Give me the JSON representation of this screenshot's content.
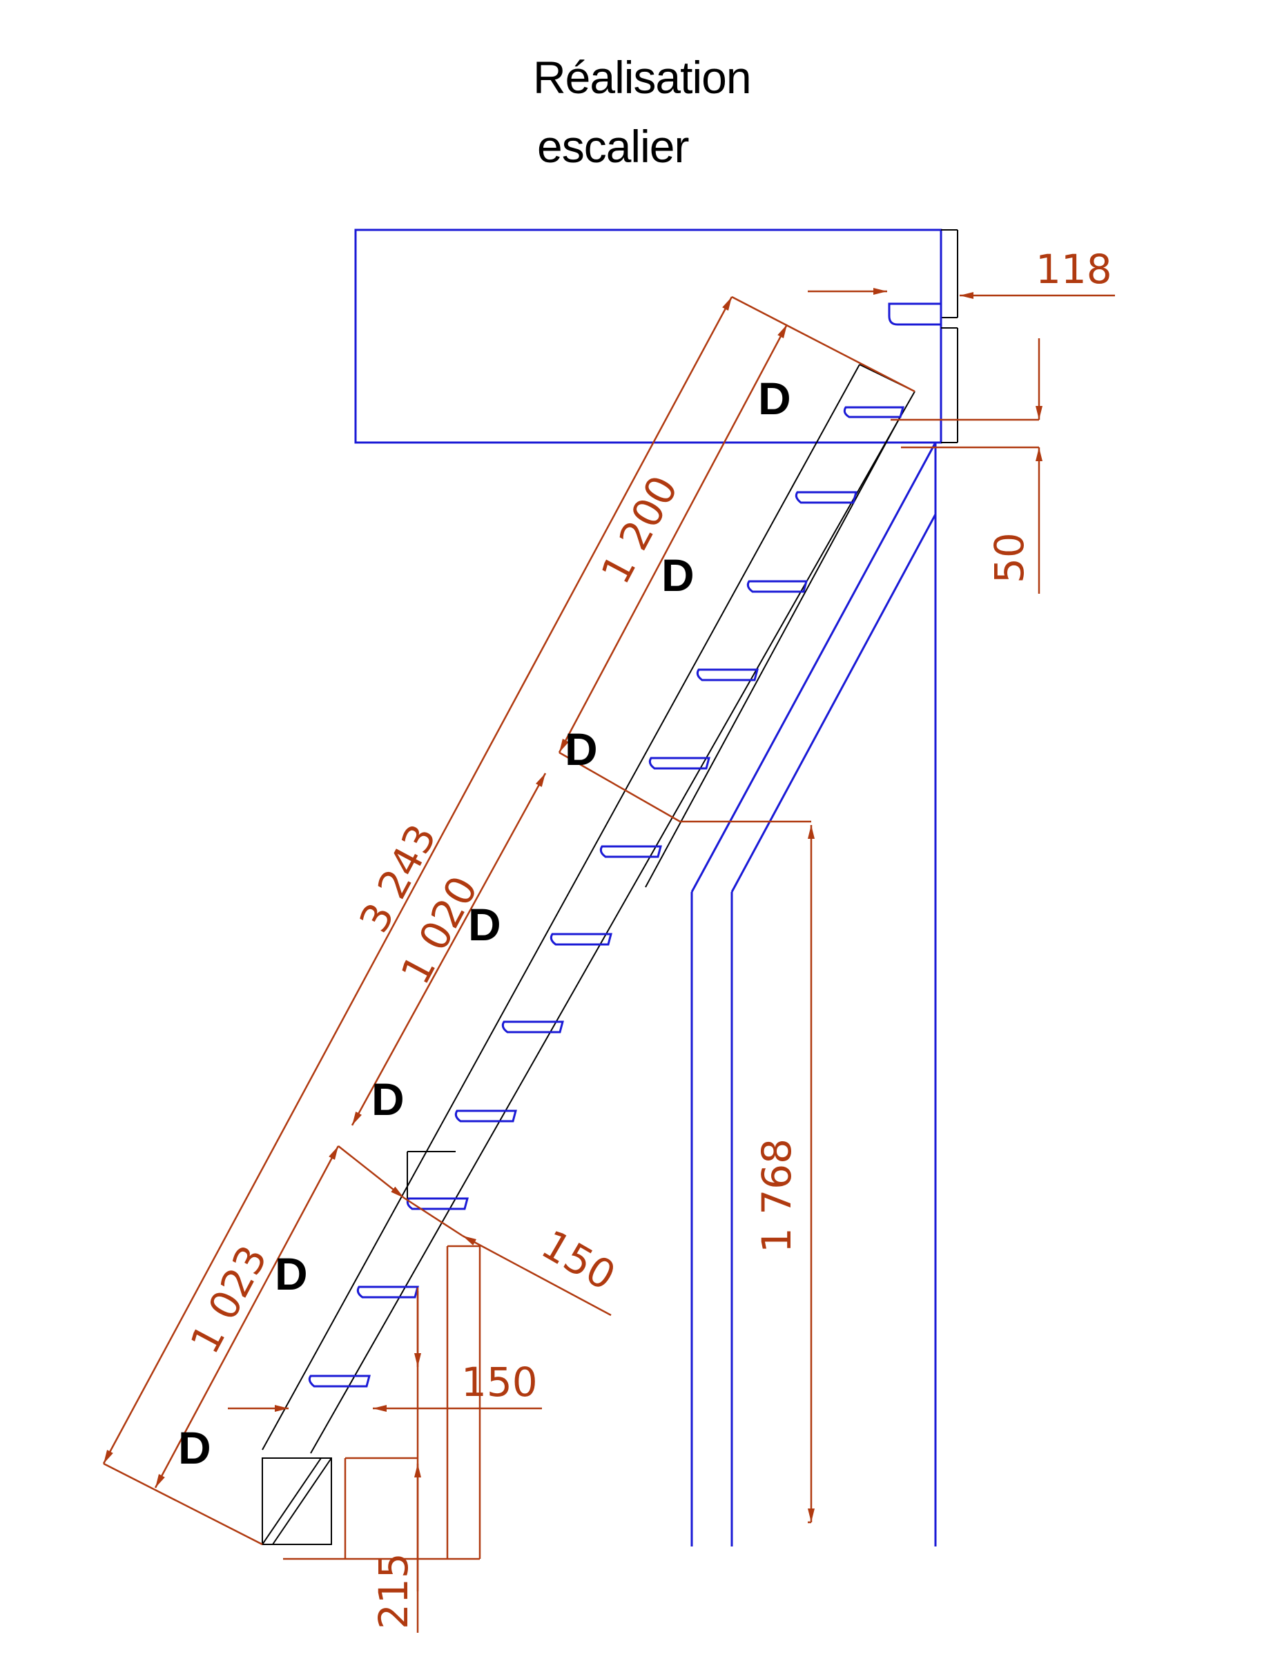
{
  "title": {
    "line1": "Réalisation",
    "line2": "escalier"
  },
  "dimensions": {
    "total": "3 243",
    "top_segment": "1 200",
    "middle_segment": "1 020",
    "bottom_segment": "1 023",
    "height": "1 768",
    "offset_top": "118",
    "offset_vertical": "50",
    "tread_depth_diag": "150",
    "tread_depth_horiz": "150",
    "base": "215"
  },
  "markers": [
    "D",
    "D",
    "D",
    "D",
    "D",
    "D",
    "D"
  ],
  "colors": {
    "outline": "#1a1ad6",
    "dimension": "#b03a10",
    "stringer": "#000000"
  }
}
